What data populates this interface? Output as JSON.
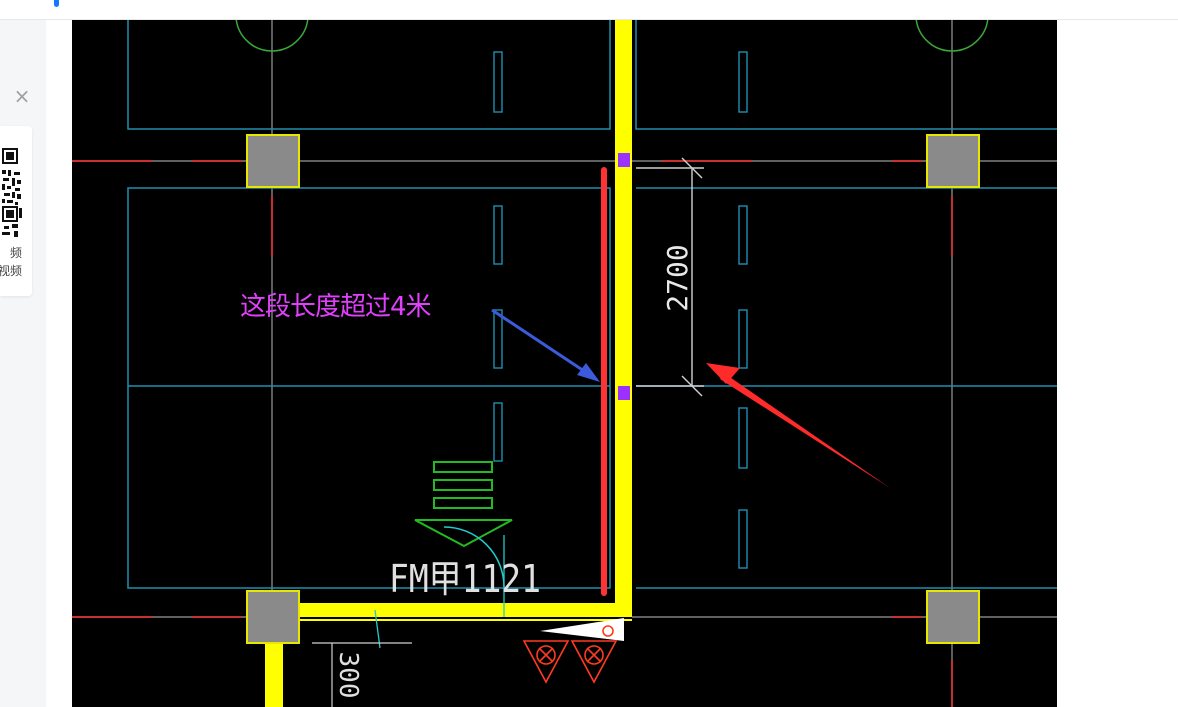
{
  "sidebar": {
    "close_glyph": "×",
    "qr_label_1": "频",
    "qr_label_2": "视频"
  },
  "drawing": {
    "annotation": "这段长度超过4米",
    "dimension_label": "2700",
    "door_label": "FM甲1121",
    "bottom_dimension_label": "300"
  },
  "colors": {
    "accent": "#1677ff",
    "wall": "#ffff00",
    "annotation": "#e040fb",
    "red_marker": "#ff3333",
    "blue_arrow": "#3b5bdb",
    "column_fill": "#8a8a8a"
  },
  "icons": {
    "close": "close-icon",
    "qr": "qr-code-icon"
  }
}
